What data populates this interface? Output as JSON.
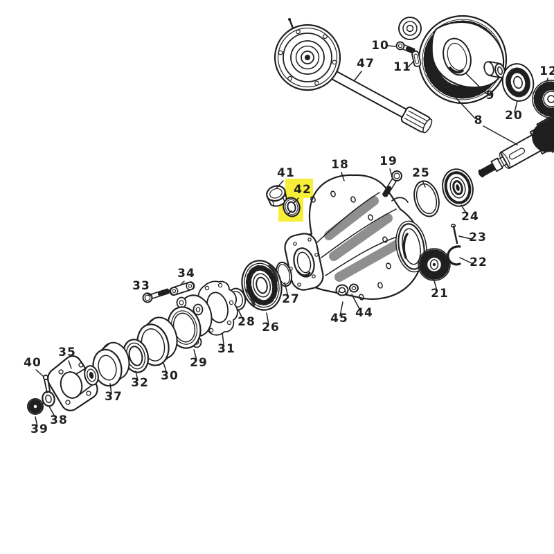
{
  "diagram": {
    "highlight_color": "#f6ee38",
    "highlighted_label": "42",
    "line_color": "#1f1f1f",
    "labels": [
      {
        "text": "47"
      },
      {
        "text": "10"
      },
      {
        "text": "11"
      },
      {
        "text": "9"
      },
      {
        "text": "8"
      },
      {
        "text": "20"
      },
      {
        "text": "12"
      },
      {
        "text": "18"
      },
      {
        "text": "19"
      },
      {
        "text": "25"
      },
      {
        "text": "24"
      },
      {
        "text": "23"
      },
      {
        "text": "22"
      },
      {
        "text": "21"
      },
      {
        "text": "44"
      },
      {
        "text": "45"
      },
      {
        "text": "27"
      },
      {
        "text": "26"
      },
      {
        "text": "28"
      },
      {
        "text": "31"
      },
      {
        "text": "29"
      },
      {
        "text": "30"
      },
      {
        "text": "32"
      },
      {
        "text": "37"
      },
      {
        "text": "35"
      },
      {
        "text": "40"
      },
      {
        "text": "38"
      },
      {
        "text": "39"
      },
      {
        "text": "33"
      },
      {
        "text": "34"
      },
      {
        "text": "41"
      },
      {
        "text": "42"
      }
    ]
  }
}
